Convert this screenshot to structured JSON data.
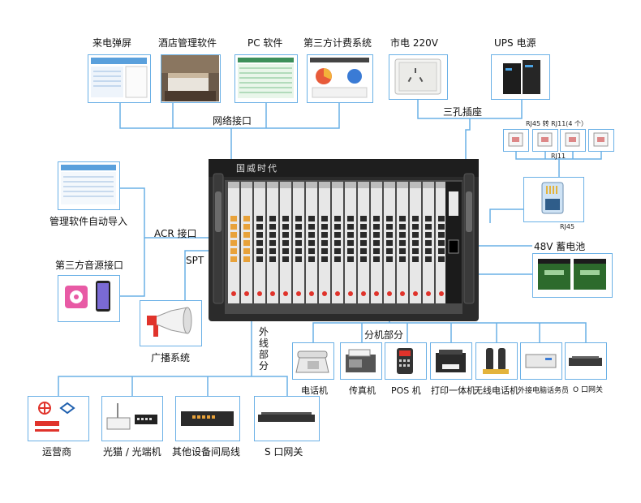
{
  "top": {
    "caller_popup": "来电弹屏",
    "hotel_software": "酒店管理软件",
    "pc_software": "PC 软件",
    "third_billing": "第三方计费系统",
    "mains_power": "市电 220V",
    "ups_power": "UPS 电源",
    "network_interface": "网络接口",
    "three_hole_socket": "三孔插座"
  },
  "device": {
    "brand": "国威时代"
  },
  "right": {
    "rj45_to_rj11": "RJ45 转 RJ11(4 个）",
    "rj11": "RJ11",
    "rj45": "RJ45",
    "battery": "48V 蓄电池"
  },
  "left": {
    "auto_import": "管理软件自动导入",
    "acr_interface": "ACR 接口",
    "third_audio": "第三方音源接口",
    "spt": "SPT",
    "broadcast": "广播系统"
  },
  "middle": {
    "outer_line": [
      "外",
      "线",
      "部",
      "分"
    ],
    "extension_part": "分机部分"
  },
  "extensions": [
    {
      "label": "电话机"
    },
    {
      "label": "传真机"
    },
    {
      "label": "POS 机"
    },
    {
      "label": "打印一体机"
    },
    {
      "label": "无线电话机"
    },
    {
      "label": "外接电脑话务员"
    },
    {
      "label": "O 口网关"
    }
  ],
  "trunks": [
    {
      "label": "运营商"
    },
    {
      "label": "光猫 / 光端机"
    },
    {
      "label": "其他设备间局线"
    },
    {
      "label": "S 口网关"
    }
  ],
  "colors": {
    "line": "#6ab0e6",
    "chassis": "#2b2b2b",
    "port_orange": "#e8a23a",
    "accent_red": "#e0332b"
  }
}
